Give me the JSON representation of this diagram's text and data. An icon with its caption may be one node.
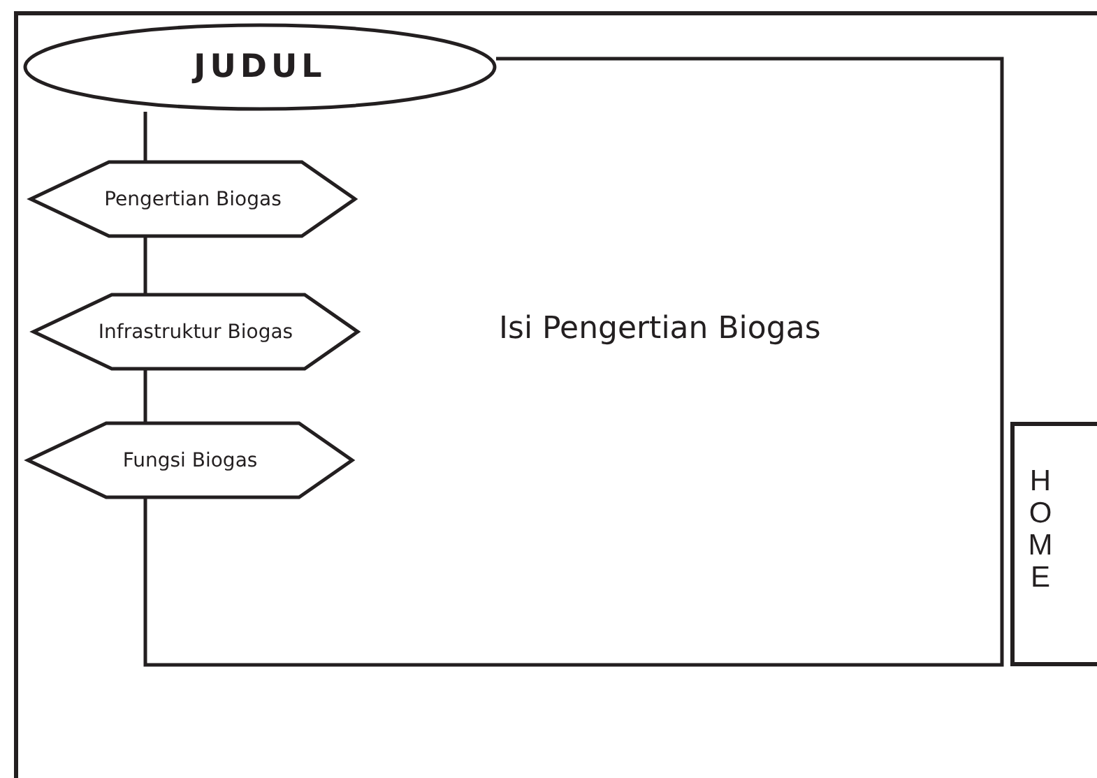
{
  "diagram": {
    "nodes": [
      {
        "text": [
          "JUDUL"
        ]
      },
      {
        "text": [
          "Pengertian Biogas"
        ]
      },
      {
        "text": [
          "Infrastruktur Biogas"
        ]
      },
      {
        "text": [
          "Fungsi Biogas"
        ]
      },
      {
        "text": [
          "HOME"
        ]
      }
    ],
    "edges": [
      {
        "from": 0,
        "to": 1,
        "arrow": "none"
      },
      {
        "from": 1,
        "to": 2,
        "arrow": "none"
      },
      {
        "from": 2,
        "to": 3,
        "arrow": "none"
      },
      {
        "from": 0,
        "to": 3,
        "arrow": "none"
      }
    ],
    "labels": [
      "Isi Pengertian Biogas"
    ]
  }
}
